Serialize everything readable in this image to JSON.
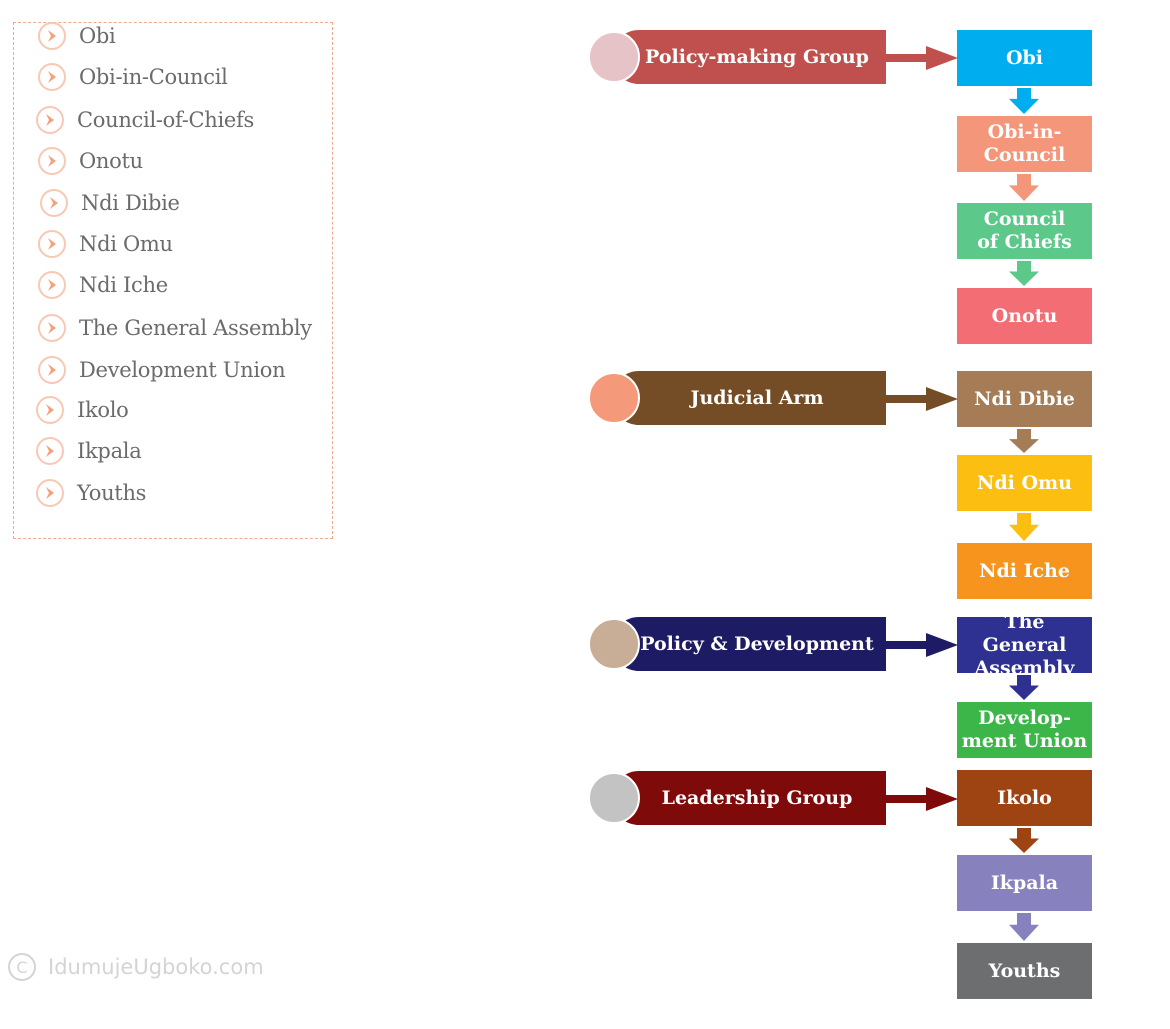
{
  "legend": {
    "items": [
      "Obi",
      "Obi-in-Council",
      "Council-of-Chiefs",
      "Onotu",
      "Ndi Dibie",
      "Ndi Omu",
      "Ndi Iche",
      "The General Assembly",
      "Development Union",
      "Ikolo",
      "Ikpala",
      "Youths"
    ],
    "icon": "chevron-right-icon",
    "accent_color": "#f4a07c"
  },
  "groups": [
    {
      "label": "Policy-making Group",
      "color": "#c0504d",
      "circle_color": "#e6c3c6"
    },
    {
      "label": "Judicial Arm",
      "color": "#744c25",
      "circle_color": "#f49a7a"
    },
    {
      "label": "Policy & Development",
      "color": "#1d1b64",
      "circle_color": "#c8ae96"
    },
    {
      "label": "Leadership Group",
      "color": "#7e0a0a",
      "circle_color": "#c3c3c3"
    }
  ],
  "nodes": [
    {
      "label": "Obi",
      "color": "#00adef"
    },
    {
      "label": "Obi-in-\nCouncil",
      "color": "#f4967a"
    },
    {
      "label": "Council\nof Chiefs",
      "color": "#5cc98b"
    },
    {
      "label": "Onotu",
      "color": "#f26d74"
    },
    {
      "label": "Ndi Dibie",
      "color": "#a57c56"
    },
    {
      "label": "Ndi Omu",
      "color": "#fdbe12"
    },
    {
      "label": "Ndi Iche",
      "color": "#f7941d"
    },
    {
      "label": "The General\nAssembly",
      "color": "#2e3192"
    },
    {
      "label": "Develop-\nment Union",
      "color": "#3cb549"
    },
    {
      "label": "Ikolo",
      "color": "#9e4312"
    },
    {
      "label": "Ikpala",
      "color": "#8781bd"
    },
    {
      "label": "Youths",
      "color": "#6d6e70"
    }
  ],
  "watermark": {
    "text": "IdumujeUgboko.com",
    "icon": "copyright-icon",
    "color": "#d4d4d4"
  }
}
